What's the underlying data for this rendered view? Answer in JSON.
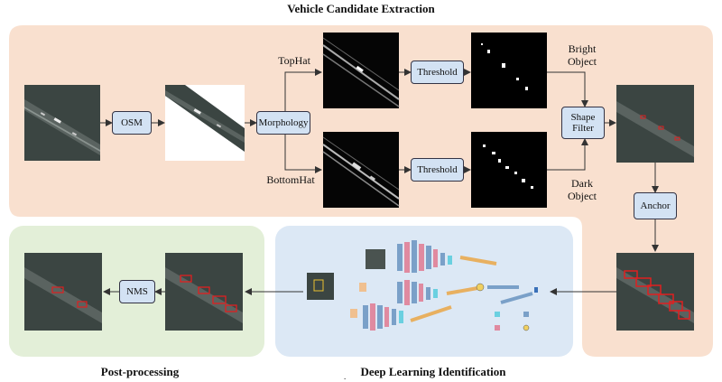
{
  "titles": {
    "top": "Vehicle Candidate Extraction",
    "post": "Post-processing",
    "dl": "Deep Learning Identification"
  },
  "boxes": {
    "osm": "OSM",
    "morphology": "Morphology",
    "threshold_top": "Threshold",
    "threshold_bottom": "Threshold",
    "shape_filter_1": "Shape",
    "shape_filter_2": "Filter",
    "anchor": "Anchor",
    "nms": "NMS"
  },
  "labels": {
    "tophat": "TopHat",
    "bottomhat": "BottomHat",
    "bright_1": "Bright",
    "bright_2": "Object",
    "dark_1": "Dark",
    "dark_2": "Object"
  },
  "colors": {
    "extraction_bg": "#f9e0cf",
    "post_bg": "#e3efd8",
    "dl_bg": "#dce8f5",
    "box_fill": "#d3e2f3",
    "aerial_road": "#3b4542",
    "detection_red": "#e02020"
  }
}
